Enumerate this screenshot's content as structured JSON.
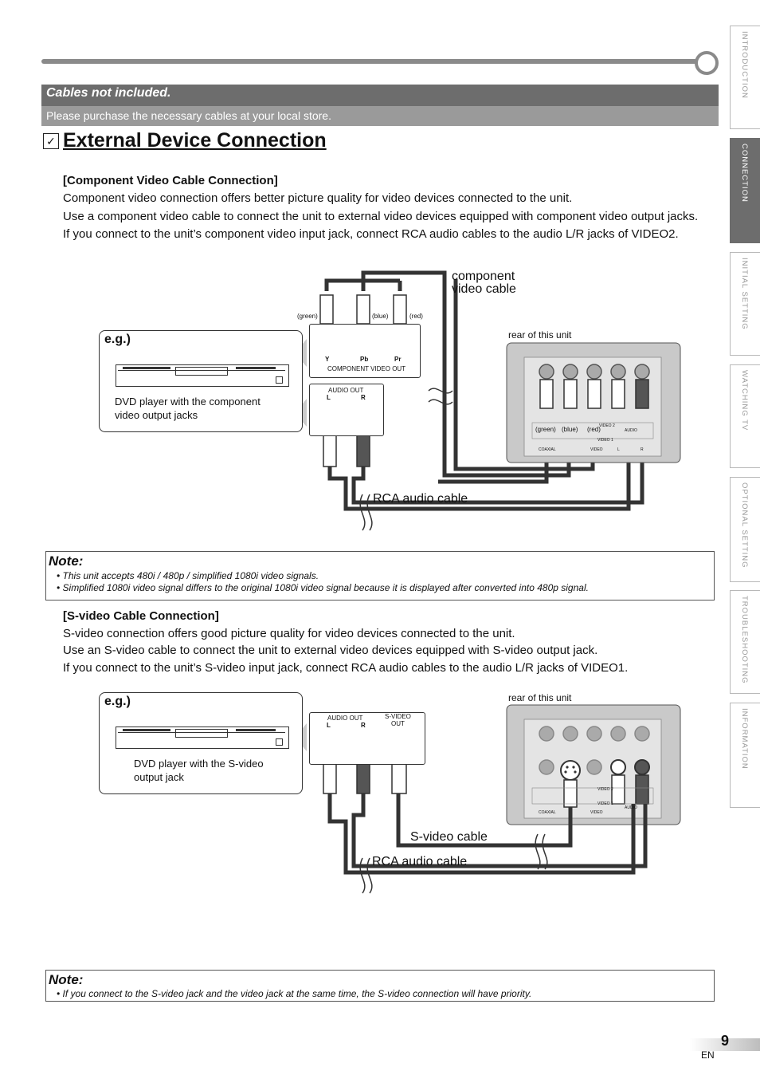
{
  "banner": {
    "title": "Cables not included.",
    "subtitle": "Please purchase the necessary cables at your local store."
  },
  "heading": {
    "checkbox": "☑",
    "title": "External Device Connection"
  },
  "component_section": {
    "title": "[Component Video Cable Connection]",
    "paragraphs": [
      "Component video connection offers better picture quality for video devices connected to the unit.",
      "Use a component video cable to connect the unit to external video devices equipped with component video output jacks.",
      "If you connect to the unit’s component video input jack, connect RCA audio cables to the audio L/R jacks of VIDEO2."
    ]
  },
  "diagram1": {
    "eg_label": "e.g.)",
    "device_desc_1": "DVD player with the component",
    "device_desc_2": "video output jacks",
    "cable_component_1": "component",
    "cable_component_2": "video cable",
    "cable_rca": "RCA audio cable",
    "rear_label": "rear of this unit",
    "green": "(green)",
    "blue": "(blue)",
    "red": "(red)",
    "jack_y": "Y",
    "jack_pb": "Pb",
    "jack_pr": "Pr",
    "component_out": "COMPONENT VIDEO OUT",
    "audio_out": "AUDIO OUT",
    "jack_l": "L",
    "jack_r": "R",
    "tv_green": "(green)",
    "tv_blue": "(blue)",
    "tv_red": "(red)",
    "tv_coaxial": "COAXIAL",
    "tv_video": "VIDEO",
    "tv_l": "L",
    "tv_r": "R",
    "tv_audio": "AUDIO",
    "tv_video1": "VIDEO 1",
    "tv_video2": "VIDEO 2"
  },
  "note1": {
    "title": "Note:",
    "lines": [
      "• This unit accepts 480i / 480p / simplified 1080i video signals.",
      "• Simplified 1080i video signal differs to the original 1080i video signal because it is displayed after converted into 480p signal."
    ]
  },
  "svideo_section": {
    "title": "[S-video Cable Connection]",
    "paragraphs": [
      "S-video connection offers good picture quality for video devices connected to the unit.",
      "Use an S-video cable to connect the unit to external video devices equipped with S-video output jack.",
      "If you connect to the unit’s S-video input jack, connect RCA audio cables to the audio L/R jacks of VIDEO1."
    ]
  },
  "diagram2": {
    "eg_label": "e.g.)",
    "device_desc_1": "DVD player with the S-video",
    "device_desc_2": "output jack",
    "audio_out": "AUDIO OUT",
    "jack_l": "L",
    "jack_r": "R",
    "svideo_out_1": "S-VIDEO",
    "svideo_out_2": "OUT",
    "rear_label": "rear of this unit",
    "cable_svideo": "S-video cable",
    "cable_rca": "RCA audio cable",
    "tv_coaxial": "COAXIAL",
    "tv_video": "VIDEO",
    "tv_audio": "AUDIO",
    "tv_video1": "VIDEO 1",
    "tv_video2": "VIDEO 2"
  },
  "note2": {
    "title": "Note:",
    "lines": [
      "• If you connect to the S-video jack and the video jack at the same time, the S-video connection will have priority."
    ]
  },
  "nav": {
    "tabs": [
      "INTRODUCTION",
      "CONNECTION",
      "INITIAL SETTING",
      "WATCHING TV",
      "OPTIONAL SETTING",
      "TROUBLESHOOTING",
      "INFORMATION"
    ],
    "active": "CONNECTION"
  },
  "footer": {
    "page_number": "9",
    "lang": "EN"
  }
}
